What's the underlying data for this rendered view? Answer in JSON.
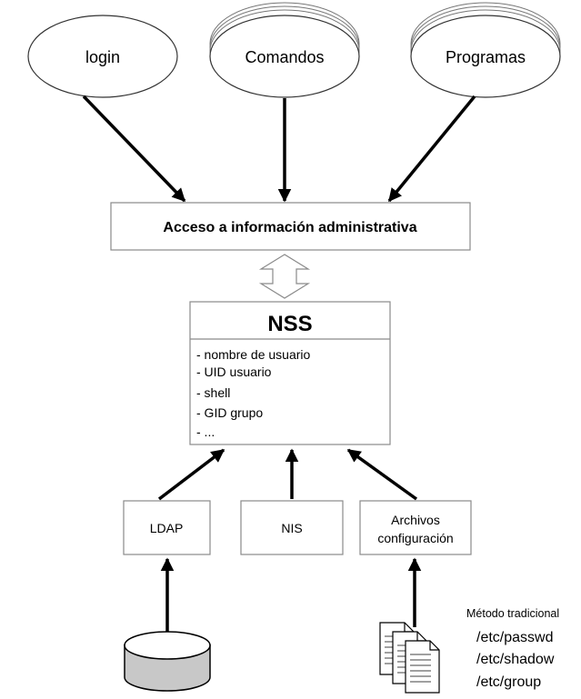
{
  "sources": {
    "login": "login",
    "comandos": "Comandos",
    "programas": "Programas"
  },
  "access_box": {
    "label": "Acceso a información administrativa"
  },
  "nss": {
    "title": "NSS",
    "fields": [
      "- nombre de usuario",
      "- UID usuario",
      "- shell",
      "- GID grupo",
      "- ..."
    ]
  },
  "backends": {
    "ldap": "LDAP",
    "nis": "NIS",
    "archivos_line1": "Archivos",
    "archivos_line2": "configuración"
  },
  "files": {
    "heading": "Método tradicional",
    "paths": [
      "/etc/passwd",
      "/etc/shadow",
      "/etc/group"
    ]
  },
  "colors": {
    "stroke": "#000000",
    "box_stroke": "#8a8a8a",
    "fill": "#ffffff",
    "cylinder_fill": "#c8c8c8",
    "double_arrow_stroke": "#8a8a8a"
  },
  "icons": {
    "database": "database-cylinder-icon",
    "documents": "stacked-documents-icon"
  }
}
